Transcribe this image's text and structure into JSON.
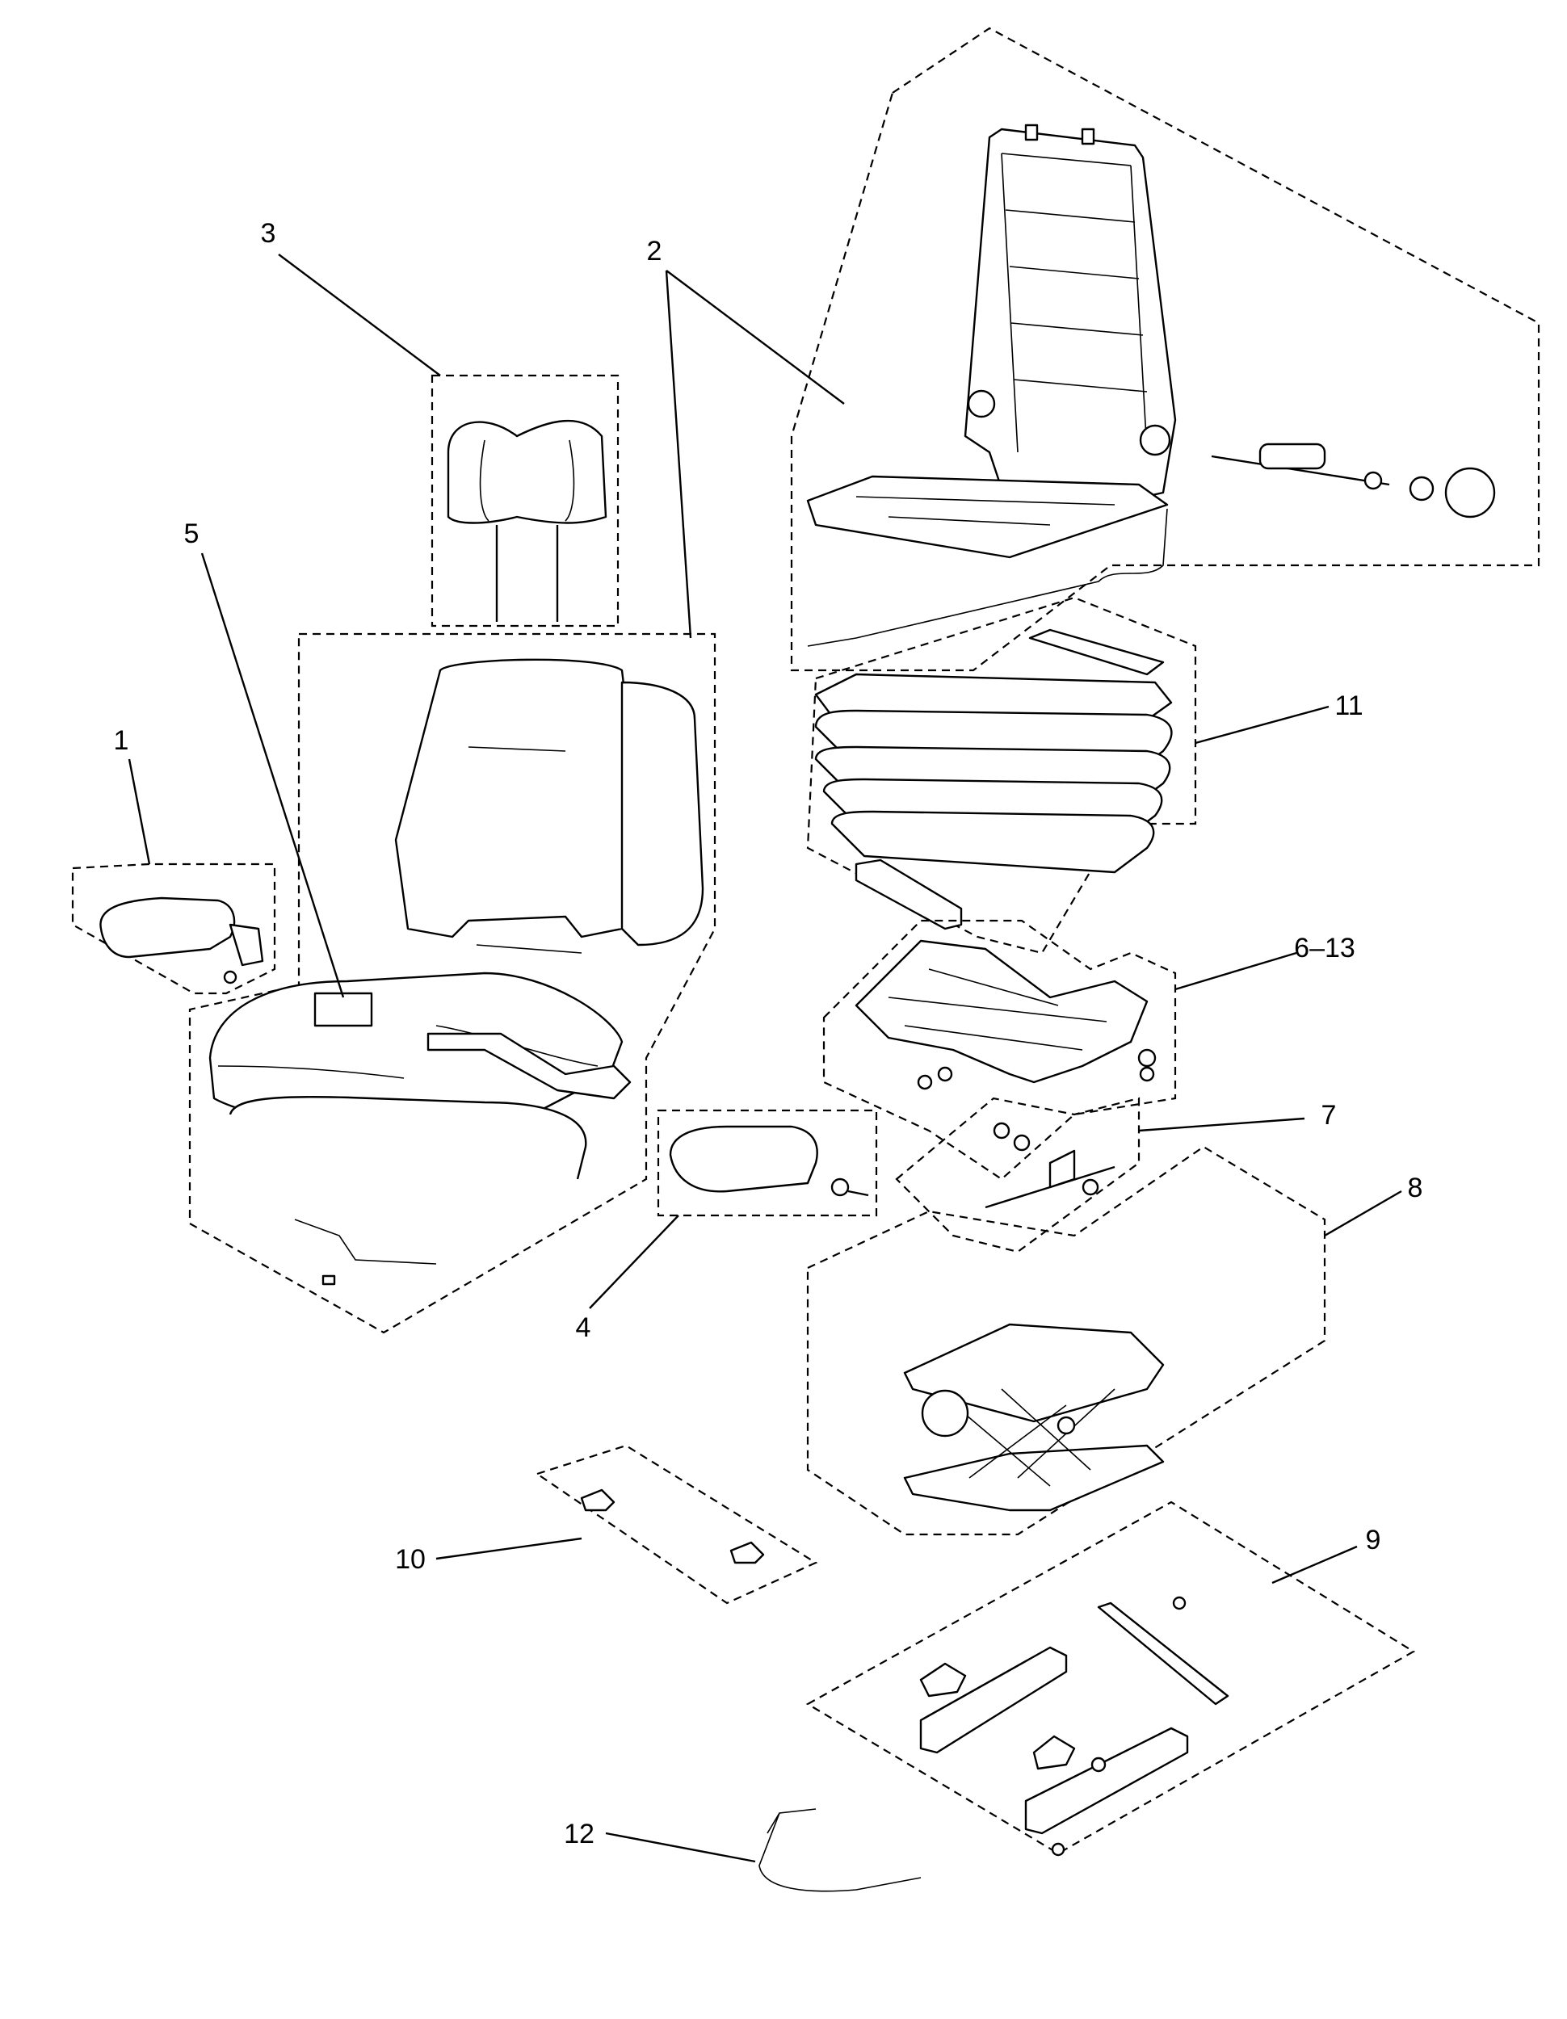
{
  "callouts": {
    "c1": "1",
    "c2": "2",
    "c3": "3",
    "c4": "4",
    "c5": "5",
    "c6_13": "6–13",
    "c7": "7",
    "c8": "8",
    "c9": "9",
    "c10": "10",
    "c11": "11",
    "c12": "12"
  }
}
